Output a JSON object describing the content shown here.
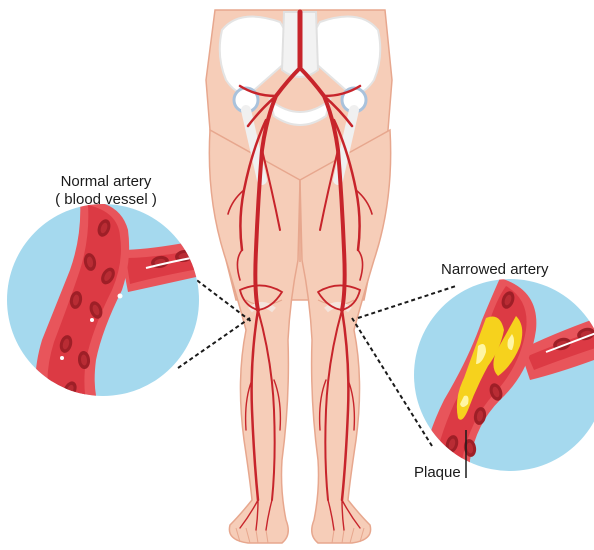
{
  "labels": {
    "normal_line1": "Normal artery",
    "normal_line2": "( blood vessel )",
    "narrowed": "Narrowed artery",
    "plaque": "Plaque"
  },
  "colors": {
    "skin": "#f6cdb8",
    "skin_outline": "#e7a78e",
    "bone": "#ffffff",
    "bone_shade": "#e4e4e4",
    "artery": "#c7242b",
    "artery_dark": "#8e1a1f",
    "vein_blue": "#a9c2dc",
    "vessel_bg": "#a5d9ee",
    "vessel_wall": "#e8555b",
    "vessel_lumen": "#dc3a44",
    "blood_cell": "#9e1f27",
    "plaque": "#f6d21d",
    "plaque_highlight": "#fff6a4"
  },
  "icons": [
    "normal-artery-magnifier",
    "narrowed-artery-magnifier",
    "legs-artery-illustration"
  ]
}
